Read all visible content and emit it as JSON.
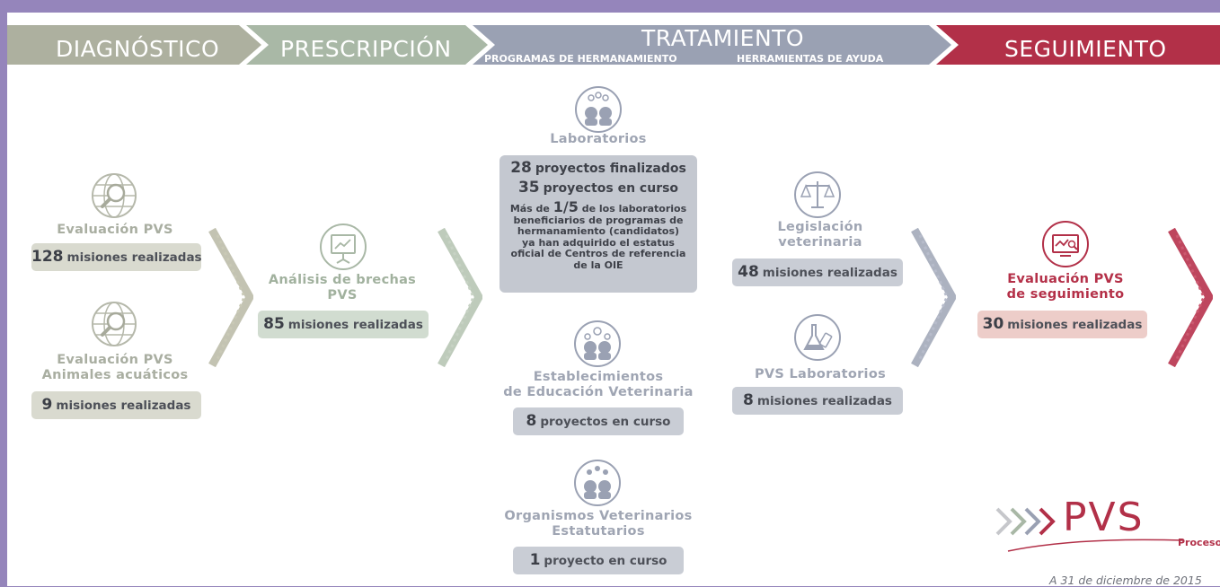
{
  "banner": {
    "diagnostico": "DIAGNÓSTICO",
    "prescripcion": "PRESCRIPCIÓN",
    "tratamiento": "TRATAMIENTO",
    "tratamiento_sub1": "PROGRAMAS DE HERMANAMIENTO",
    "tratamiento_sub2": "HERRAMIENTAS DE AYUDA",
    "seguimiento": "SEGUIMIENTO"
  },
  "diagnostico": {
    "evaluacion_title": "Evaluación PVS",
    "evaluacion_count": "128",
    "evaluacion_unit": "misiones realizadas",
    "acuaticos_title_1": "Evaluación PVS",
    "acuaticos_title_2": "Animales acuáticos",
    "acuaticos_count": "9",
    "acuaticos_unit": "misiones realizadas"
  },
  "prescripcion": {
    "title_1": "Análisis de brechas",
    "title_2": "PVS",
    "count": "85",
    "unit": "misiones realizadas"
  },
  "hermanamiento": {
    "lab_title": "Laboratorios",
    "lab_line1_n": "28",
    "lab_line1_t": "proyectos finalizados",
    "lab_line2_n": "35",
    "lab_line2_t": "proyectos en curso",
    "lab_note_pre": "Más de",
    "lab_note_frac": "1/5",
    "lab_note_post": "de los laboratorios",
    "lab_note_2": "beneficiarios de programas de",
    "lab_note_3": "hermanamiento (candidatos)",
    "lab_note_4": "ya han adquirido el estatus",
    "lab_note_5": "oficial de Centros de referencia",
    "lab_note_6": "de la OIE",
    "edu_title_1": "Establecimientos",
    "edu_title_2": "de Educación Veterinaria",
    "edu_count": "8",
    "edu_unit": "proyectos en curso",
    "ove_title_1": "Organismos Veterinarios",
    "ove_title_2": "Estatutarios",
    "ove_count": "1",
    "ove_unit": "proyecto en curso"
  },
  "herramientas": {
    "leg_title_1": "Legislación",
    "leg_title_2": "veterinaria",
    "leg_count": "48",
    "leg_unit": "misiones realizadas",
    "pvslab_title": "PVS Laboratorios",
    "pvslab_count": "8",
    "pvslab_unit": "misiones realizadas"
  },
  "seguimiento": {
    "title_1": "Evaluación PVS",
    "title_2": "de seguimiento",
    "count": "30",
    "unit": "misiones realizadas"
  },
  "logo": {
    "text": "PVS",
    "sub": "Proceso"
  },
  "date_note": "A 31 de diciembre de 2015",
  "colors": {
    "diagnostico": "#adb09f",
    "prescripcion": "#a9b8a6",
    "tratamiento": "#9aa1b3",
    "seguimiento": "#b23048",
    "frame": "#9585bb"
  },
  "icons": [
    "globe-magnifier-icon",
    "presentation-board-icon",
    "heads-collaboration-icon",
    "scales-of-justice-icon",
    "lab-flask-icon",
    "monitor-chart-icon",
    "brush-arrow-icon"
  ]
}
